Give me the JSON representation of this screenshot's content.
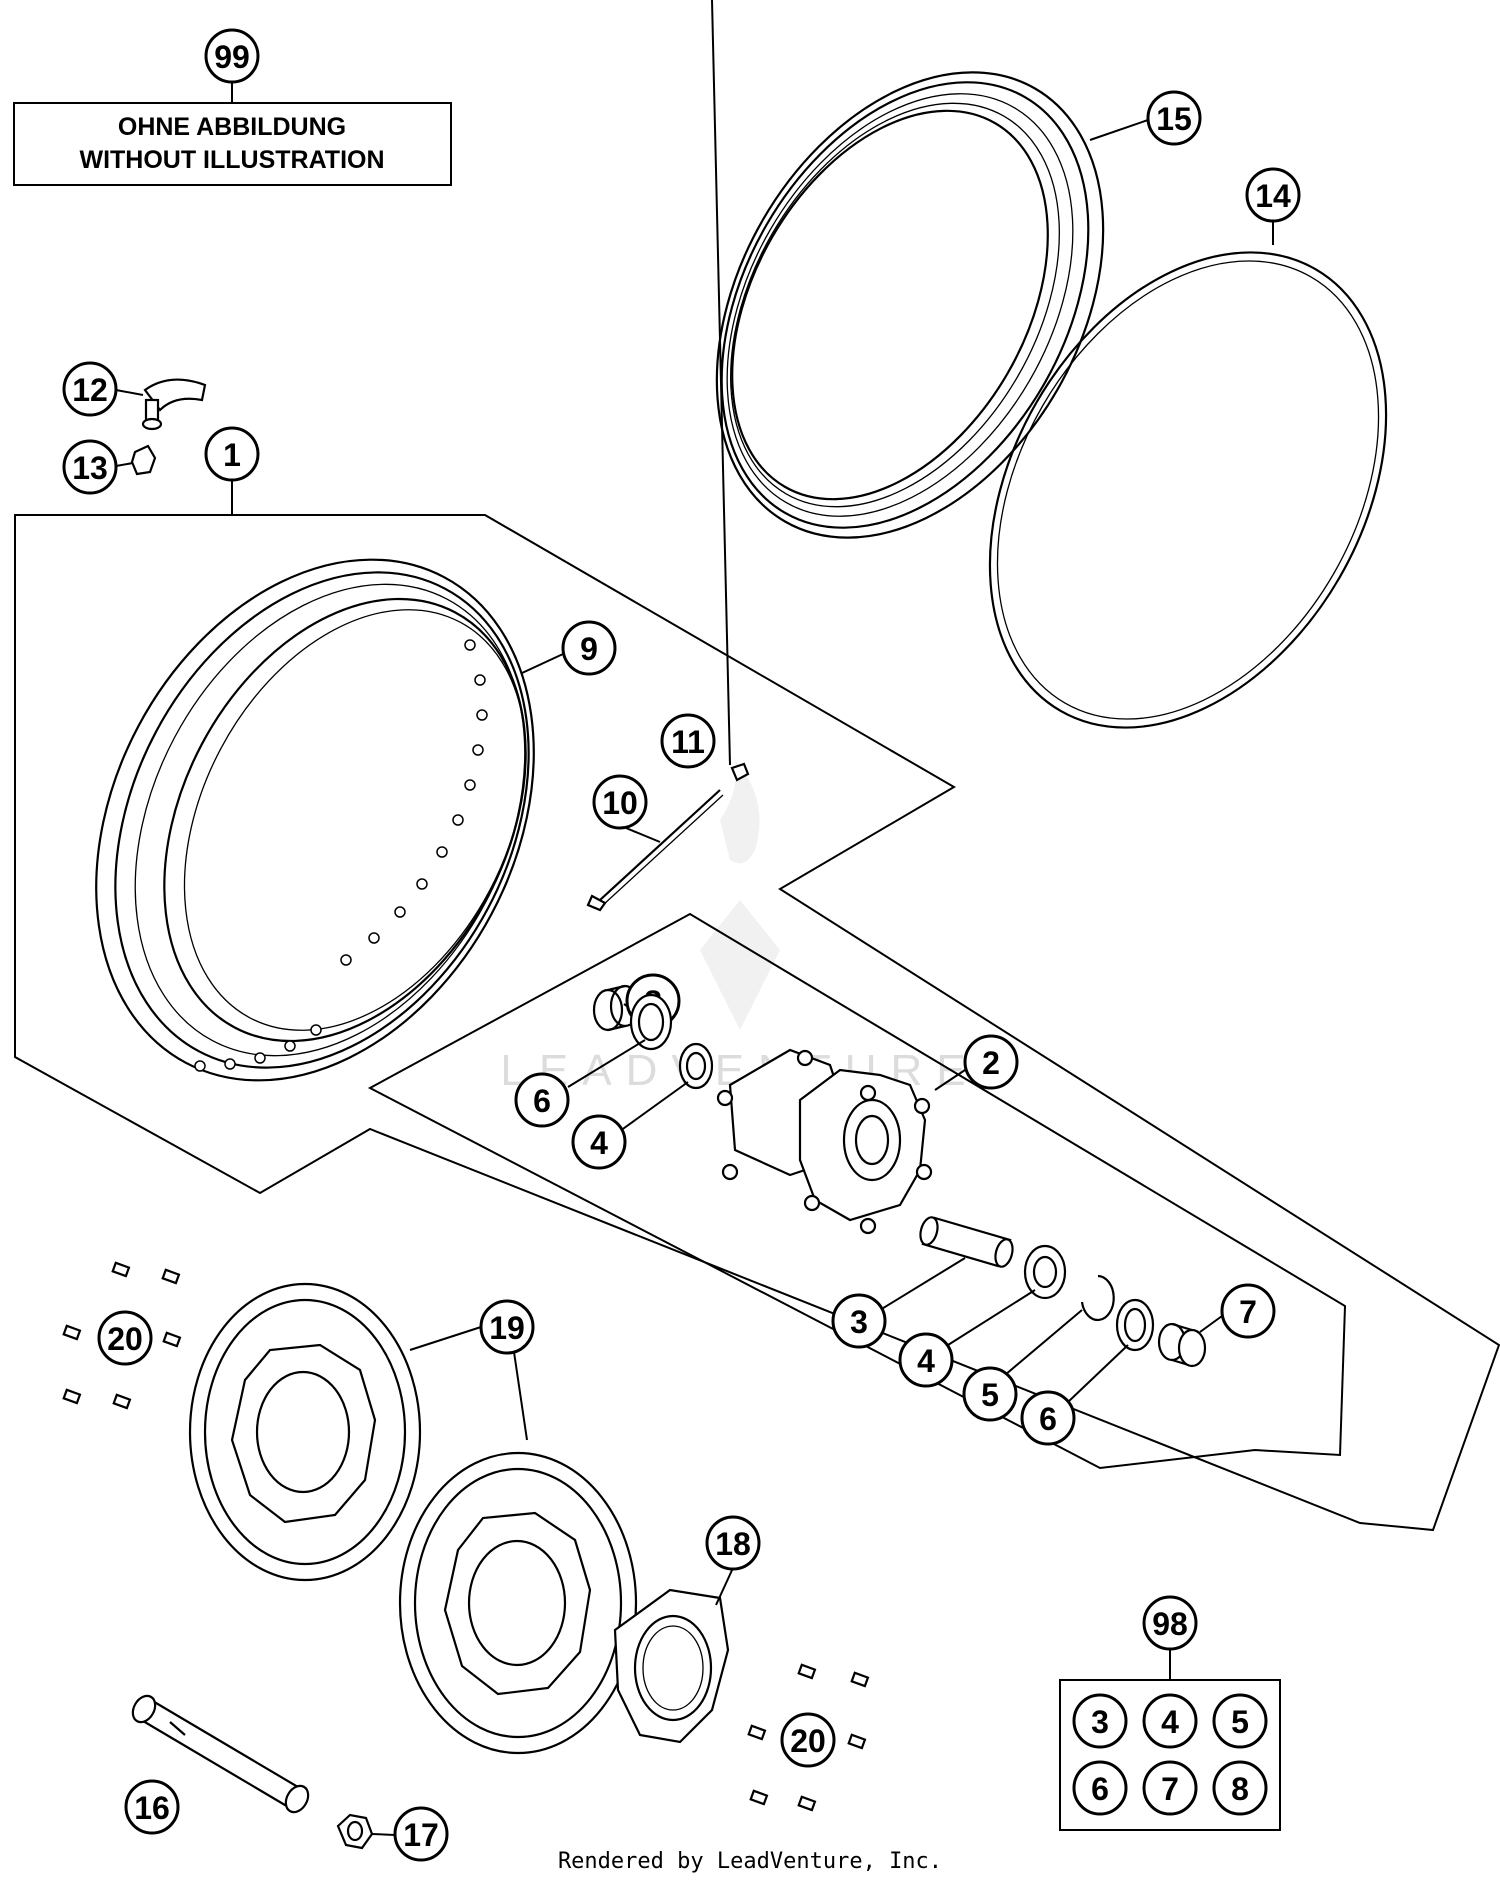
{
  "note_box": {
    "callout": "99",
    "line1": "OHNE ABBILDUNG",
    "line2": "WITHOUT ILLUSTRATION"
  },
  "callouts": {
    "c1": "1",
    "c2": "2",
    "c3": "3",
    "c4a": "4",
    "c4b": "4",
    "c5": "5",
    "c6a": "6",
    "c6b": "6",
    "c7": "7",
    "c8": "8",
    "c9": "9",
    "c10": "10",
    "c11": "11",
    "c12": "12",
    "c13": "13",
    "c14": "14",
    "c15": "15",
    "c16": "16",
    "c17": "17",
    "c18": "18",
    "c19": "19",
    "c20a": "20",
    "c20b": "20"
  },
  "kit": {
    "callout": "98",
    "items": [
      "3",
      "4",
      "5",
      "6",
      "7",
      "8"
    ]
  },
  "watermark": "LEADVENTURE",
  "footer": "Rendered by LeadVenture, Inc."
}
